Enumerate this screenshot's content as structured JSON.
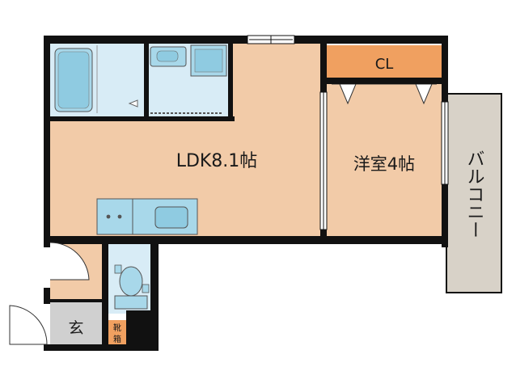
{
  "floorplan": {
    "rooms": {
      "ldk": "LDK8.1帖",
      "western_room": "洋室4帖",
      "closet": "CL",
      "balcony": "バルコニー",
      "entrance": "玄",
      "shoe_box_line1": "靴",
      "shoe_box_line2": "箱"
    },
    "colors": {
      "floor_wood": "#f2cba8",
      "closet": "#f0a060",
      "wet_area": "#d8ecf6",
      "fixture": "#a8d8ea",
      "balcony": "#d8d2c8",
      "entrance": "#d0d0d0",
      "wall": "#111111"
    }
  }
}
